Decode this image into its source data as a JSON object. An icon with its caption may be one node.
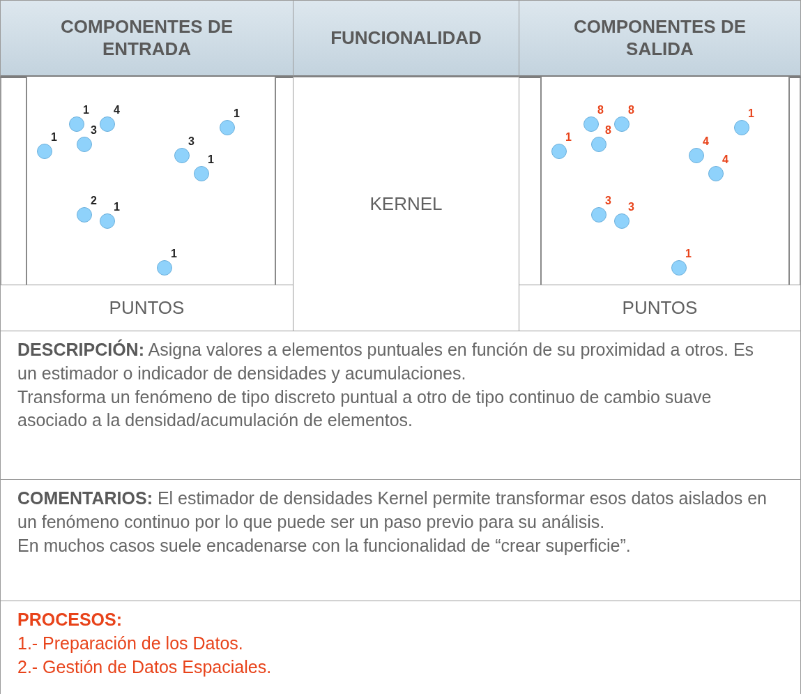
{
  "diagram": {
    "nodes": [
      {
        "text": [
          "COMPONENTES DE ENTRADA"
        ]
      },
      {
        "text": [
          "FUNCIONALIDAD"
        ]
      },
      {
        "text": [
          "COMPONENTES DE SALIDA"
        ]
      },
      {
        "text": [],
        "shape": "box"
      },
      {
        "text": [
          "KERNEL"
        ]
      },
      {
        "text": [],
        "shape": "box"
      },
      {
        "text": [
          "PUNTOS"
        ]
      },
      {
        "text": [
          "PUNTOS"
        ]
      },
      {
        "text": [
          "**DESCRIPCIÓN:** Asigna valores a elementos puntuales en función de su proximidad a otros. Es un estimador o indicador de densidades y acumulaciones.",
          "Transforma un fenómeno de tipo discreto puntual a otro de tipo continuo de cambio suave asociado a la densidad/acumulación de elementos."
        ]
      },
      {
        "text": [
          "**COMENTARIOS:** El estimador de densidades Kernel permite transformar esos datos aislados en un fenómeno continuo por lo que puede ser un paso previo para su análisis.",
          "En muchos casos suele encadenarse con la funcionalidad de “crear superficie”."
        ]
      },
      {
        "text": [
          "PROCESOS:",
          "1.- Preparación de los Datos.",
          "2.- Gestión de Datos Espaciales."
        ]
      }
    ],
    "labels": [
      "1",
      "4",
      "1",
      "3",
      "1",
      "3",
      "1",
      "2",
      "1",
      "1",
      "8",
      "8",
      "1",
      "8",
      "1",
      "4",
      "4",
      "3",
      "3",
      "1"
    ]
  }
}
